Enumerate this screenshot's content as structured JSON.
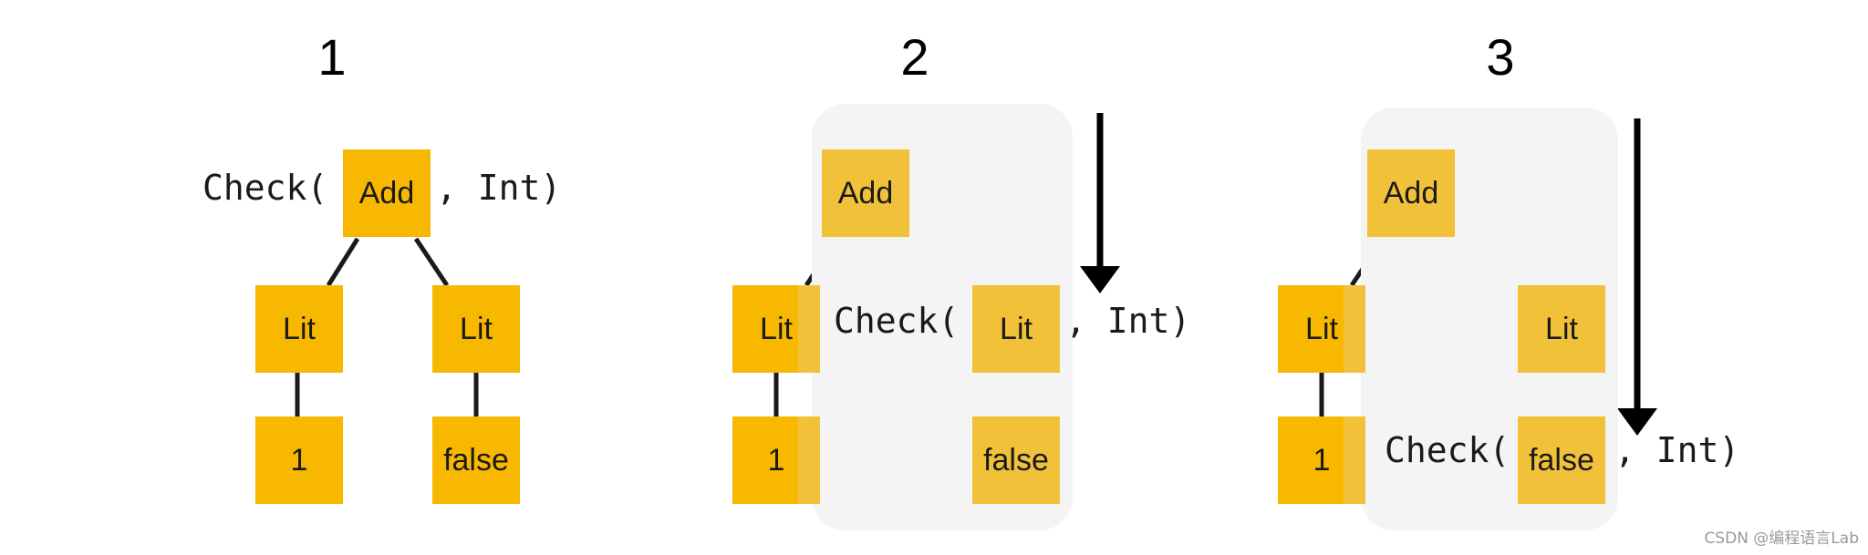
{
  "diagram": {
    "steps": [
      {
        "number": "1",
        "tree": {
          "root": "Add",
          "left": "Lit",
          "right": "Lit",
          "left_leaf": "1",
          "right_leaf": "false"
        },
        "check": {
          "prefix": "Check(",
          "suffix": ", Int)"
        }
      },
      {
        "number": "2",
        "tree": {
          "root": "Add",
          "left": "Lit",
          "right": "Lit",
          "left_leaf": "1",
          "right_leaf": "false"
        },
        "check": {
          "prefix": "Check(",
          "suffix": ", Int)"
        }
      },
      {
        "number": "3",
        "tree": {
          "root": "Add",
          "left": "Lit",
          "right": "Lit",
          "left_leaf": "1",
          "right_leaf": "false"
        },
        "check": {
          "prefix": "Check(",
          "suffix": ", Int)"
        }
      }
    ],
    "colors": {
      "node": "#f8b800",
      "node_faded": "#f1c13a",
      "highlight": "#f4f4f4",
      "edge": "#1a1a1a"
    }
  },
  "watermark": "CSDN @编程语言Lab"
}
